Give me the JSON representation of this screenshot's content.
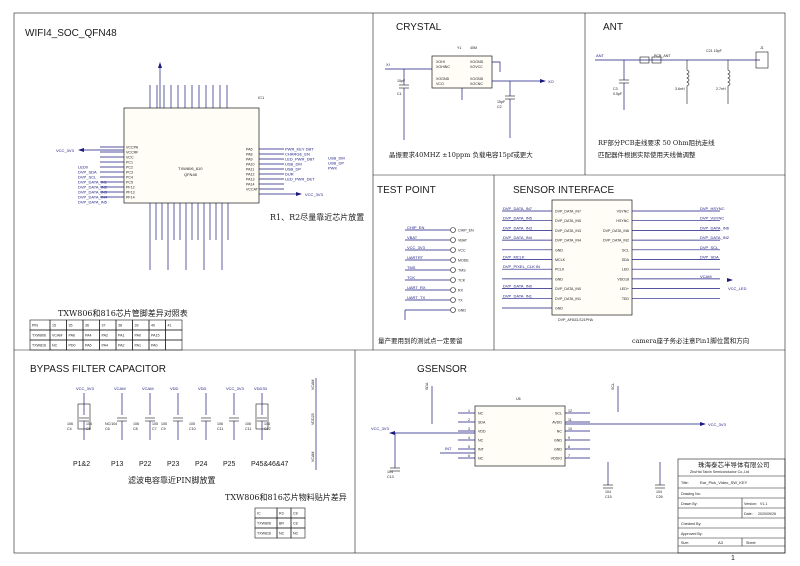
{
  "sections": {
    "soc": "WIFI4_SOC_QFN48",
    "crystal": "CRYSTAL",
    "ant": "ANT",
    "testpoint": "TEST POINT",
    "sensor": "SENSOR INTERFACE",
    "bypass": "BYPASS FILTER CAPACITOR",
    "gsensor": "GSENSOR"
  },
  "soc": {
    "ref": "IC1",
    "part": "TXW806_810",
    "pkg": "QFN48",
    "vcc_net": "VCC_3V3",
    "left_pins": [
      "VCCPA",
      "VCCRF",
      "VCC",
      "PC1",
      "PC2",
      "PC3",
      "PC4",
      "PC5",
      "PF12",
      "PF13",
      "PF14"
    ],
    "left_nets": [
      "",
      "",
      "LED0",
      "DVP_SDA",
      "DVP_SCL",
      "DVP_DATA_IN1",
      "DVP_DATA_IN2",
      "DVP_DATA_IN3",
      "DVP_DATA_IN4",
      "DVP_DATA_IN5"
    ],
    "right_pins": [
      "PA6",
      "PA8",
      "PA9",
      "PA10",
      "PA11",
      "PA12",
      "PA13",
      "PA14",
      "VCCAT"
    ],
    "right_nets": [
      "PWR_KEY DBT",
      "CHARGE_EN",
      "LED_PWR_DBT",
      "USB_DM",
      "USB_DP",
      "DUR",
      "LED_PWR_DET"
    ],
    "right_extra": [
      "USB_DM",
      "USB_DP",
      "PWK"
    ],
    "vcc_out": "VCC_3V3",
    "note": "R1、R2尽量靠近芯片放置",
    "table_title": "TXW806和816芯片管脚差异对照表",
    "table": {
      "header": [
        "PIN",
        "15",
        "35",
        "36",
        "37",
        "38",
        "39",
        "40",
        "41"
      ],
      "rows": [
        [
          "TXW806",
          "VCAM",
          "PA6",
          "PA4",
          "PA2",
          "PA1",
          "PA0",
          "PA15"
        ],
        [
          "TXW816",
          "NC",
          "PD0",
          "PA6",
          "PA4",
          "PA2",
          "PA1",
          "PA0"
        ]
      ]
    }
  },
  "crystal": {
    "ref": "Y1",
    "spec": "40M",
    "pins_left": [
      "XOHI",
      "XOHINC"
    ],
    "pins_right": [
      "XOGND",
      "XOVCC"
    ],
    "pins_bottom_left": [
      "XOGND",
      "VCO"
    ],
    "pins_bottom_right": [
      "XOGND",
      "XOCNC"
    ],
    "net_xi": "XI",
    "net_xo": "XO",
    "c1": "15pF",
    "c1_ref": "C1",
    "c2": "15pF",
    "c2_ref": "C2",
    "note": "晶振要求40MHZ ±10ppm 负载电容15pf或更大"
  },
  "ant": {
    "ant_net": "ANT",
    "ref": "J1",
    "pcb_ant": "PCB_ANT",
    "l1": "3.6nH",
    "l2": "2.7nH",
    "c": "0.5pF",
    "c21": "C21 15pF",
    "c3": "C3",
    "note1": "RF部分PCB走线要求 50 Ohm阻抗走线",
    "note2": "匹配器件根据实际使用天线做调整"
  },
  "testpoint": {
    "items": [
      {
        "net": "CHIP_EN",
        "tp": "CHIP_EN"
      },
      {
        "net": "VBAT",
        "tp": "VBAT"
      },
      {
        "net": "VCC_3V3",
        "tp": "VCC"
      },
      {
        "net": "UARTRT",
        "tp": "MODE"
      },
      {
        "net": "TMS",
        "tp": "TMS"
      },
      {
        "net": "TCK",
        "tp": "TCK"
      },
      {
        "net": "UART_RX",
        "tp": "RX"
      },
      {
        "net": "UART_TX",
        "tp": "TX"
      },
      {
        "net": "",
        "tp": "GND"
      }
    ],
    "note": "量产要用到的测试点一定要留"
  },
  "sensor": {
    "left_nets": [
      "DVP_DATA_IN7",
      "DVP_DATA_IN5",
      "DVP_DATA_IN3",
      "DVP_DATA_IN4",
      "",
      "DVP_MCLK",
      "DVP_PIXEL_CLK IN",
      "",
      "DVP_DATA_IN0",
      "DVP_DATA_IN1",
      ""
    ],
    "left_pins": [
      "DVP_DATA_IN7",
      "DVP_DATA_IN5",
      "DVP_DATA_IN3",
      "DVP_DATA_IN4",
      "GND",
      "MCLK",
      "PCLK",
      "GND",
      "DVP_DATA_IN0",
      "DVP_DATA_IN1",
      "GND"
    ],
    "right_pins": [
      "VSYNC",
      "HSYNC",
      "DVP_DATA_IN6",
      "DVP_DATA_IN2",
      "SCL",
      "SDA",
      "LED",
      "VDD18",
      "LED+",
      "TED"
    ],
    "right_nets": [
      "DVP_HSYNC",
      "DVP_VSYNC",
      "DVP_DATA_IN6",
      "DVP_DATA_IN2",
      "DVP_SCL",
      "DVP_SDA",
      "",
      "VCAM",
      "",
      ""
    ],
    "vcam": "VCAM",
    "vcc_led": "VCC_LED",
    "part": "DVP_AF833-S21PHA",
    "note": "camera座子务必注意Pin1脚位置和方向"
  },
  "bypass": {
    "nets": [
      "VCC_3V3",
      "VCAM",
      "VCAM",
      "VDD",
      "VDD",
      "VCC_3V3",
      "VDD33"
    ],
    "caps": [
      {
        "a": "106",
        "b": "104",
        "ra": "C4",
        "rb": "C5"
      },
      {
        "a": "NC/104",
        "b": "",
        "ra": "C6",
        "rb": ""
      },
      {
        "a": "106",
        "b": "105",
        "ra": "C8",
        "rb": "C7"
      },
      {
        "a": "105",
        "b": "",
        "ra": "C9",
        "rb": ""
      },
      {
        "a": "105",
        "b": "",
        "ra": "C10",
        "rb": ""
      },
      {
        "a": "106",
        "b": "",
        "ra": "C11",
        "rb": ""
      },
      {
        "a": "106",
        "b": "104",
        "ra": "C11",
        "rb": "C12"
      }
    ],
    "pins": [
      "P1&2",
      "P13",
      "P22",
      "P23",
      "P24",
      "P25",
      "P45&46&47"
    ],
    "vcam_side": [
      "VCAM",
      "VDD25",
      "VCAM"
    ],
    "note": "滤波电容靠近PIN脚放置",
    "table_title": "TXW806和816芯片物料贴片差异",
    "table": {
      "header": [
        "IC",
        "R3",
        "C8"
      ],
      "rows": [
        [
          "TXW806",
          "BR",
          "C8"
        ],
        [
          "TXW816",
          "NC",
          "NC"
        ]
      ]
    }
  },
  "gsensor": {
    "ref": "U6",
    "left_pins": [
      "NC",
      "SDA",
      "VDD",
      "NC",
      "INT",
      "NC"
    ],
    "right_pins": [
      "SCL",
      "AVDD",
      "NC",
      "GND",
      "GND",
      "VDDIO"
    ],
    "left_nums": [
      "1",
      "2",
      "3",
      "4",
      "5",
      "6"
    ],
    "right_nums": [
      "12",
      "11",
      "10",
      "9",
      "8",
      "7"
    ],
    "sda": "SDA",
    "scl": "SCL",
    "vcc": "VCC_3V3",
    "vcc2": "VCC_3V3",
    "int": "INT",
    "c_a": "104",
    "c_a_ref": "C13",
    "c_b": "104",
    "c_b_ref": "C15",
    "c_c": "104",
    "c_c_ref": "C26"
  },
  "titleblock": {
    "company_cn": "珠海泰芯半导体有限公司",
    "company_en": "ZhuHai Taixin Semiconductor Co.,Ltd",
    "title_label": "Title:",
    "title": "Ear_Pick_Video_SW_KEY",
    "drawing_no_label": "Drawing No:",
    "version_label": "Version:",
    "version": "V1.1",
    "drawn_label": "Drawn By:",
    "date_label": "Date:",
    "date": "2020/09/26",
    "checked_label": "Checked By:",
    "approved_label": "Approved By:",
    "size_label": "Size:",
    "size": "A3",
    "sheet_label": "Sheet:",
    "page": "1"
  }
}
